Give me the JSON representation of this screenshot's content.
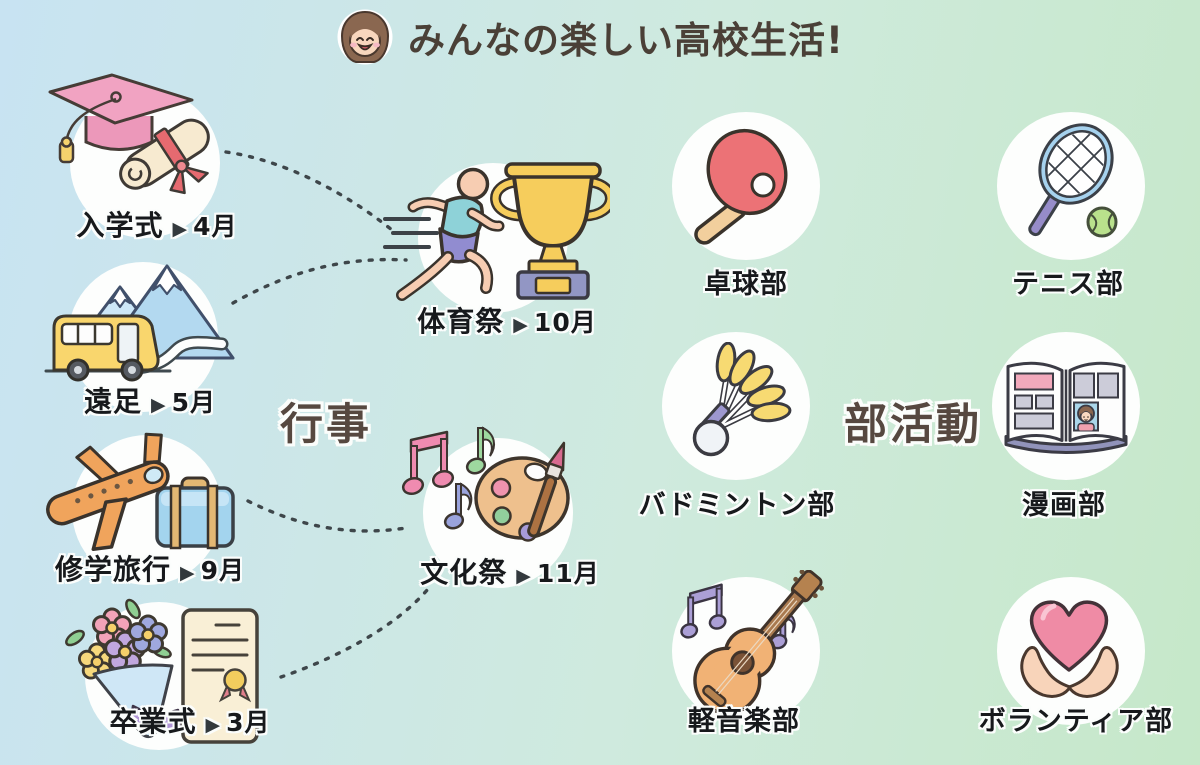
{
  "title": {
    "text": "みんなの楽しい高校生活!",
    "icon": "girl-face-icon"
  },
  "ui": {
    "month_arrow": "▶"
  },
  "events": {
    "group_label": "行事",
    "items": [
      {
        "name": "入学式",
        "month": "4月",
        "icon": "graduation-cap-diploma-icon"
      },
      {
        "name": "遠足",
        "month": "5月",
        "icon": "bus-mountains-icon"
      },
      {
        "name": "体育祭",
        "month": "10月",
        "icon": "runner-trophy-icon"
      },
      {
        "name": "修学旅行",
        "month": "9月",
        "icon": "airplane-suitcase-icon"
      },
      {
        "name": "文化祭",
        "month": "11月",
        "icon": "music-notes-palette-icon"
      },
      {
        "name": "卒業式",
        "month": "3月",
        "icon": "bouquet-certificate-icon"
      }
    ]
  },
  "clubs": {
    "group_label": "部活動",
    "items": [
      {
        "name": "卓球部",
        "icon": "table-tennis-paddle-icon"
      },
      {
        "name": "テニス部",
        "icon": "tennis-racket-ball-icon"
      },
      {
        "name": "バドミントン部",
        "icon": "shuttlecock-icon"
      },
      {
        "name": "漫画部",
        "icon": "manga-book-icon"
      },
      {
        "name": "軽音楽部",
        "icon": "acoustic-guitar-icon"
      },
      {
        "name": "ボランティア部",
        "icon": "heart-in-hands-icon"
      }
    ]
  },
  "colors": {
    "background_left": "#c8e3f2",
    "background_right": "#c6e8c9",
    "title_text": "#4a4037",
    "item_label_text": "#17191c",
    "group_label_text": "#564840",
    "connector": "#3e464a",
    "circle_fill": "#fdfefd"
  }
}
